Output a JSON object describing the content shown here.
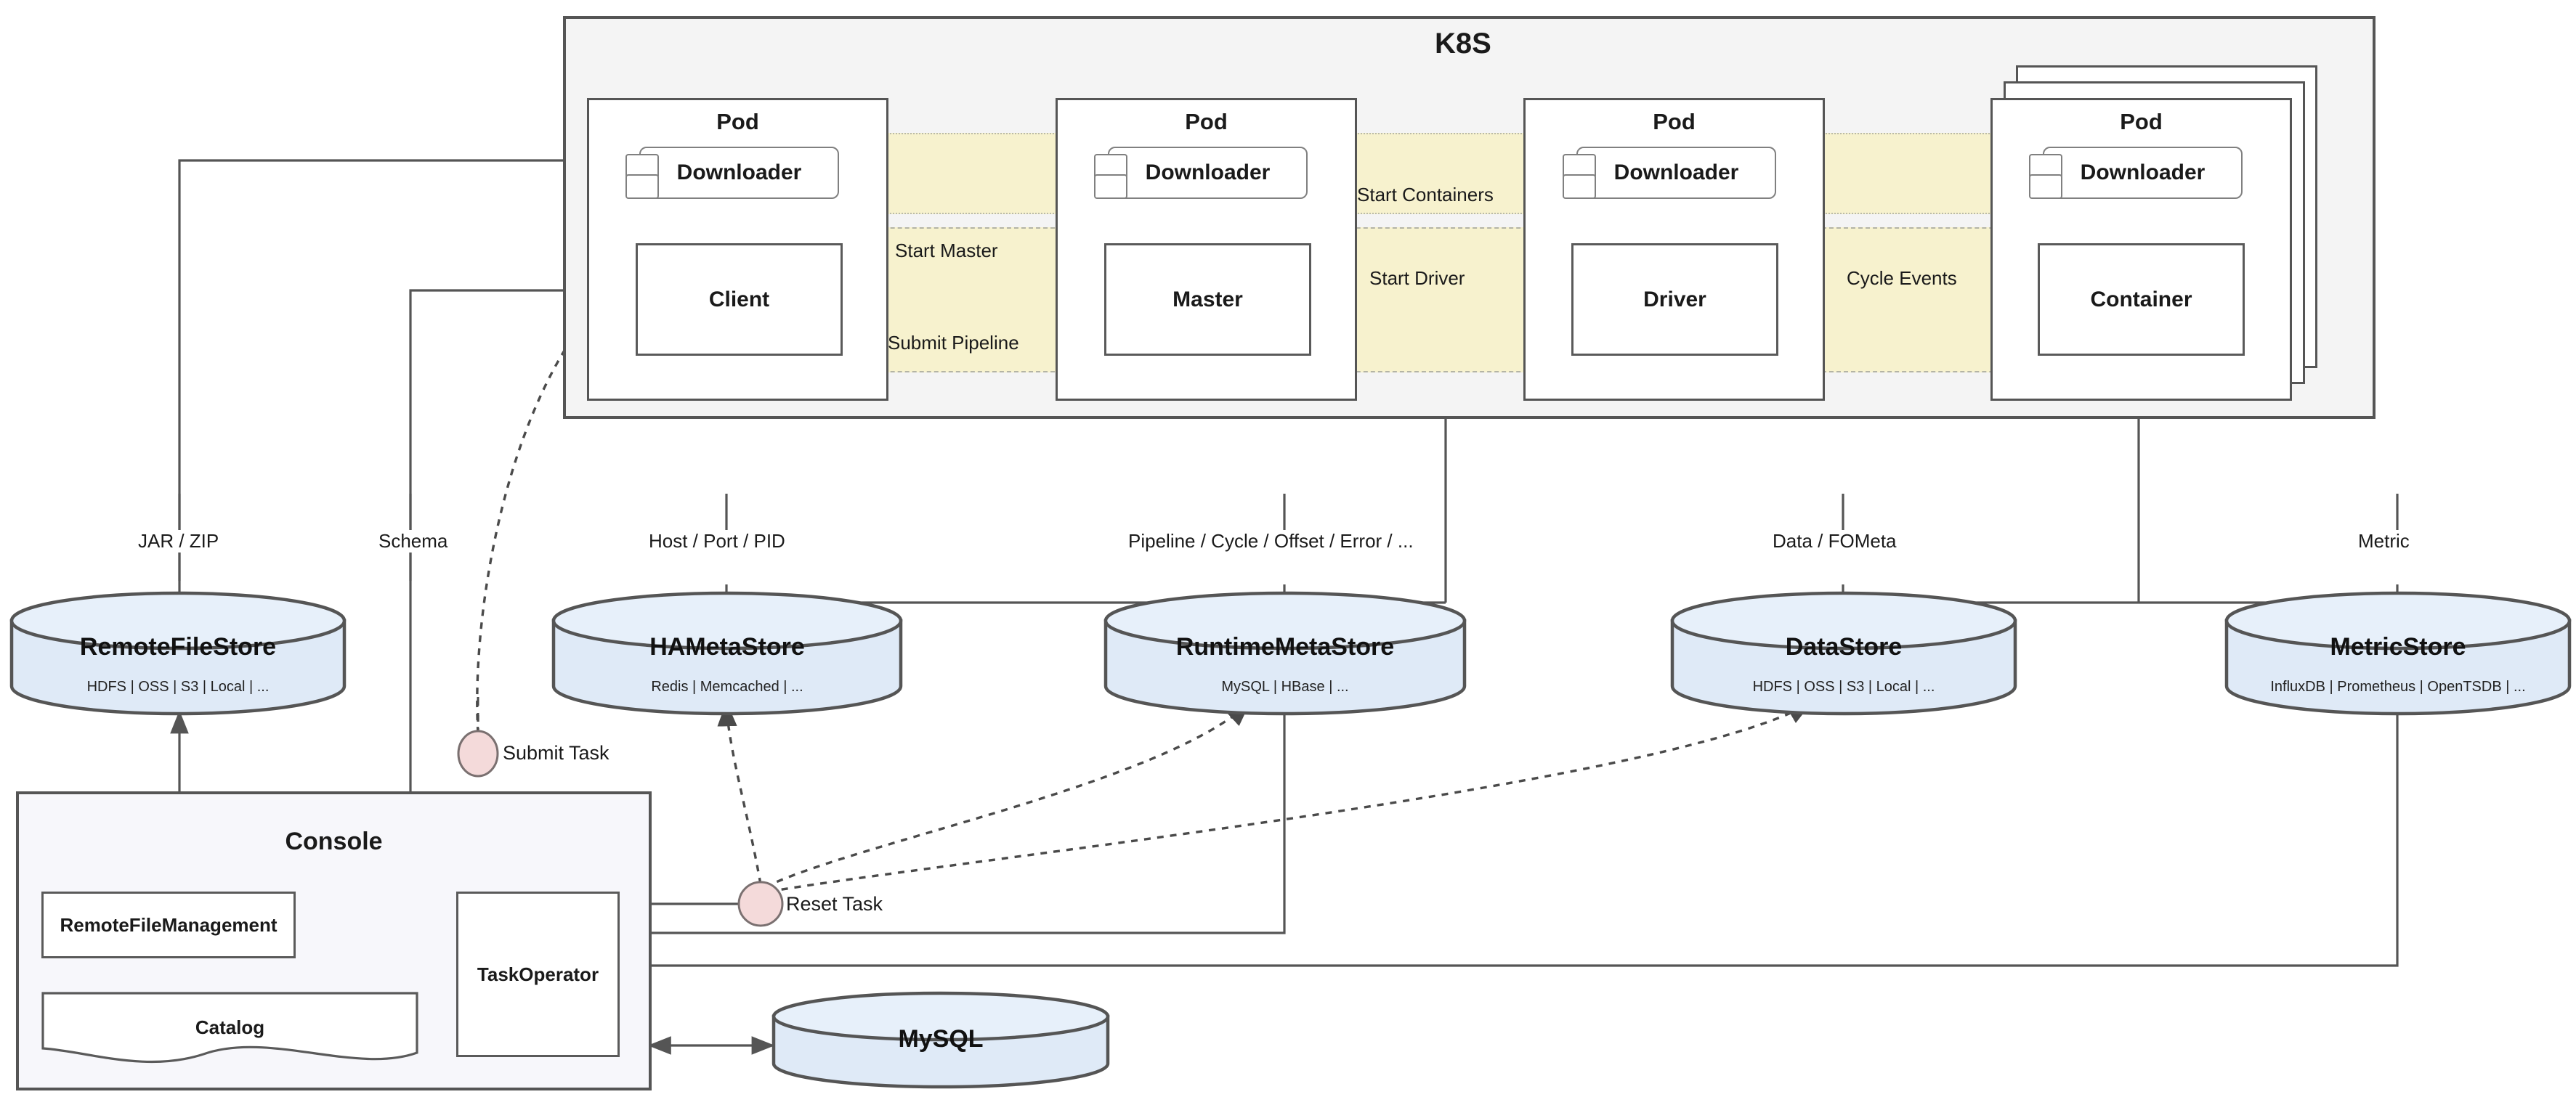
{
  "diagram": {
    "title": "K8S",
    "k8s": {
      "label": "K8S",
      "pods": [
        {
          "pod_label": "Pod",
          "top": "Downloader",
          "bottom": "Client"
        },
        {
          "pod_label": "Pod",
          "top": "Downloader",
          "bottom": "Master"
        },
        {
          "pod_label": "Pod",
          "top": "Downloader",
          "bottom": "Driver"
        },
        {
          "pod_label": "Pod",
          "top": "Downloader",
          "bottom": "Container"
        }
      ],
      "flow_labels": [
        "Start Master",
        "Submit Pipeline",
        "Start Containers",
        "Start Driver",
        "Cycle Events"
      ]
    },
    "edge_labels": {
      "jar_zip": "JAR / ZIP",
      "schema": "Schema",
      "host_port_pid": "Host / Port / PID",
      "pipeline_cycle": "Pipeline / Cycle / Offset / Error / ...",
      "data_fometa": "Data / FOMeta",
      "metric": "Metric"
    },
    "stores": [
      {
        "name": "RemoteFileStore",
        "sub": "HDFS | OSS | S3 | Local | ..."
      },
      {
        "name": "HAMetaStore",
        "sub": "Redis | Memcached | ..."
      },
      {
        "name": "RuntimeMetaStore",
        "sub": "MySQL | HBase | ..."
      },
      {
        "name": "DataStore",
        "sub": "HDFS | OSS | S3 | Local | ..."
      },
      {
        "name": "MetricStore",
        "sub": "InfluxDB | Prometheus | OpenTSDB | ..."
      }
    ],
    "console": {
      "title": "Console",
      "remote_file_management": "RemoteFileManagement",
      "catalog": "Catalog",
      "task_operator": "TaskOperator"
    },
    "mysql": {
      "name": "MySQL"
    },
    "events": [
      {
        "id": "submit-task",
        "label": "Submit Task",
        "color": "#f4dada"
      },
      {
        "id": "reset-task",
        "label": "Reset Task",
        "color": "#f4dada"
      }
    ],
    "colors": {
      "band": "#f7f2ce",
      "k8s_bg": "#f4f4f4",
      "cylinder_fill": "#dfeaf7",
      "cylinder_top": "#e6f0fa",
      "stroke": "#555555",
      "console_bg": "#f7f7fb",
      "event_fill": "#f4dada"
    }
  }
}
